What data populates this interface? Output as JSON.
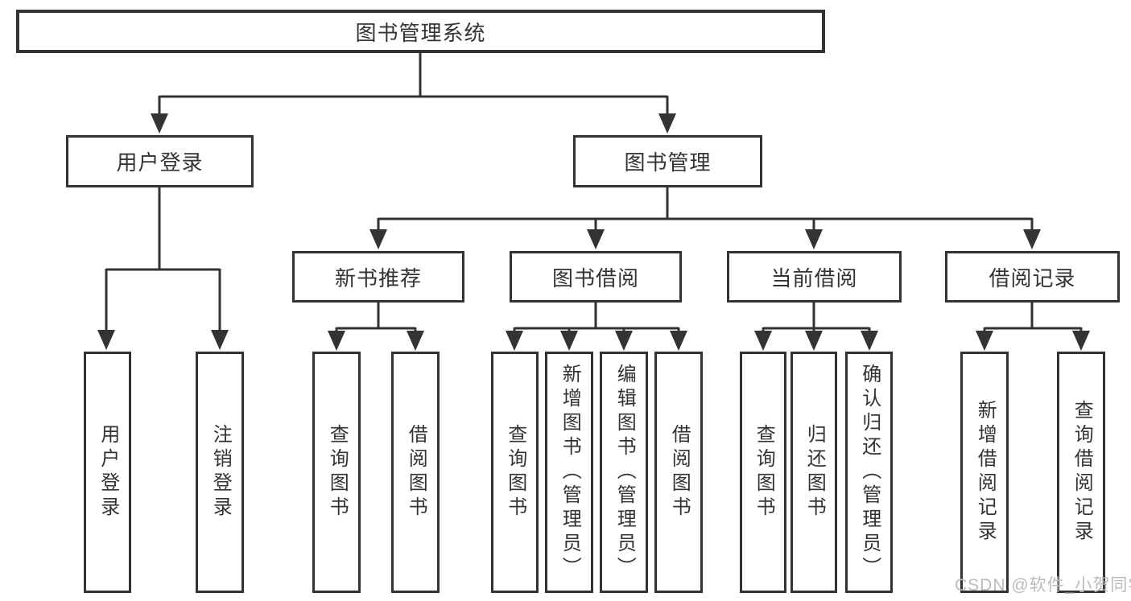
{
  "diagram_title": "图书管理系统",
  "colors": {
    "line": "#333333",
    "box_border": "#333333",
    "box_background": "#ffffff",
    "text": "#333333",
    "watermark_text": "#bfbaba",
    "page_background": "#ffffff"
  },
  "watermark": {
    "text": "CSDN @软件_小贺同学"
  },
  "tree": {
    "root": {
      "label": "图书管理系统"
    },
    "branches": [
      {
        "label": "用户登录",
        "children": [
          {
            "label": "用户登录"
          },
          {
            "label": "注销登录"
          }
        ]
      },
      {
        "label": "图书管理",
        "children": [
          {
            "label": "新书推荐",
            "children": [
              {
                "label": "查询图书"
              },
              {
                "label": "借阅图书"
              }
            ]
          },
          {
            "label": "图书借阅",
            "children": [
              {
                "label": "查询图书"
              },
              {
                "label": "新增图书（管理员）"
              },
              {
                "label": "编辑图书（管理员）"
              },
              {
                "label": "借阅图书"
              }
            ]
          },
          {
            "label": "当前借阅",
            "children": [
              {
                "label": "查询图书"
              },
              {
                "label": "归还图书"
              },
              {
                "label": "确认归还（管理员）"
              }
            ]
          },
          {
            "label": "借阅记录",
            "children": [
              {
                "label": "新增借阅记录"
              },
              {
                "label": "查询借阅记录"
              }
            ]
          }
        ]
      }
    ]
  }
}
